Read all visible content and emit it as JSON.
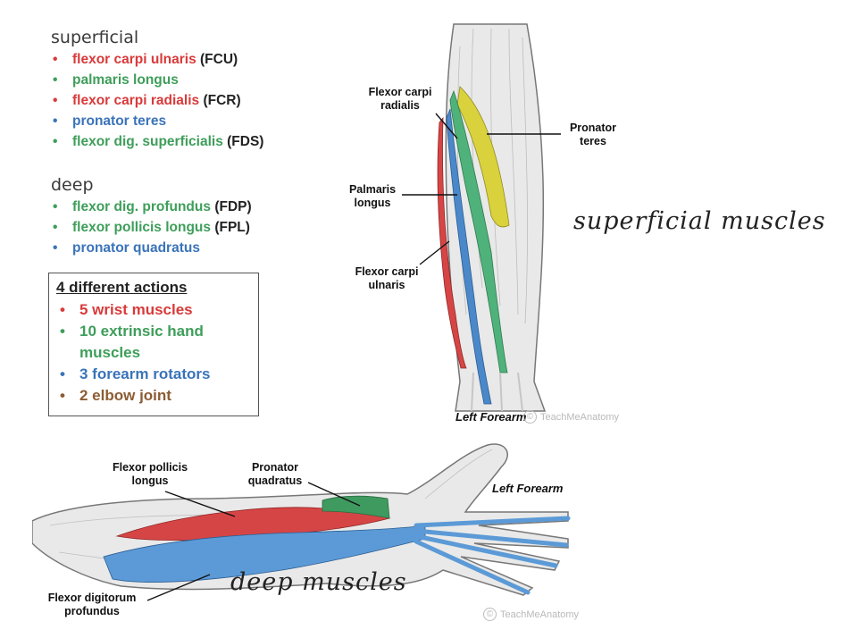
{
  "superficial": {
    "heading": "superficial",
    "items": [
      {
        "name": "flexor carpi ulnaris",
        "abbr": "(FCU)",
        "color": "red"
      },
      {
        "name": "palmaris longus",
        "abbr": "",
        "color": "green"
      },
      {
        "name": "flexor carpi radialis",
        "abbr": "(FCR)",
        "color": "red"
      },
      {
        "name": "pronator teres",
        "abbr": "",
        "color": "blue"
      },
      {
        "name": "flexor dig. superficialis",
        "abbr": "(FDS)",
        "color": "green"
      }
    ]
  },
  "deep": {
    "heading": "deep",
    "items": [
      {
        "name": "flexor dig. profundus",
        "abbr": "(FDP)",
        "color": "green"
      },
      {
        "name": "flexor pollicis longus",
        "abbr": "(FPL)",
        "color": "green"
      },
      {
        "name": "pronator quadratus",
        "abbr": "",
        "color": "blue"
      }
    ]
  },
  "actions": {
    "title": "4 different actions",
    "items": [
      {
        "text": "5 wrist muscles",
        "color": "red"
      },
      {
        "text": "10 extrinsic hand muscles",
        "color": "green"
      },
      {
        "text": "3 forearm rotators",
        "color": "blue"
      },
      {
        "text": "2 elbow joint",
        "color": "brown"
      }
    ]
  },
  "top_diagram": {
    "labels": {
      "fcr": "Flexor carpi\nradialis",
      "pt": "Pronator\nteres",
      "pl": "Palmaris\nlongus",
      "fcu": "Flexor carpi\nulnaris"
    },
    "caption": "Left Forearm",
    "handwritten": "superficial muscles",
    "watermark": "TeachMeAnatomy"
  },
  "bottom_diagram": {
    "labels": {
      "fpl": "Flexor pollicis\nlongus",
      "pq": "Pronator\nquadratus",
      "fdp": "Flexor digitorum\nprofundus"
    },
    "caption": "Left Forearm",
    "handwritten": "deep muscles",
    "watermark": "TeachMeAnatomy"
  },
  "colors": {
    "red": "#d93a3a",
    "green": "#3e9e5a",
    "blue": "#3a73b9",
    "brown": "#8c5c33",
    "yellow": "#d9d23c"
  }
}
